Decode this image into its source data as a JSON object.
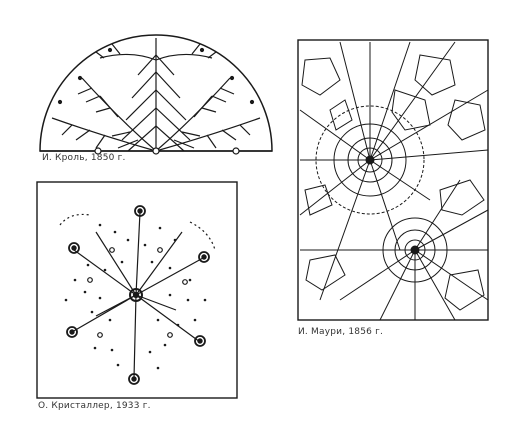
{
  "figure": {
    "panel_top_left": {
      "caption": "И. Кроль, 1850 г."
    },
    "panel_bottom_left": {
      "caption": "О. Кристаллер, 1933 г."
    },
    "panel_right": {
      "caption": "И. Маури, 1856 г."
    }
  },
  "colors": {
    "ink": "#1a1a1a",
    "paper": "#ffffff"
  }
}
